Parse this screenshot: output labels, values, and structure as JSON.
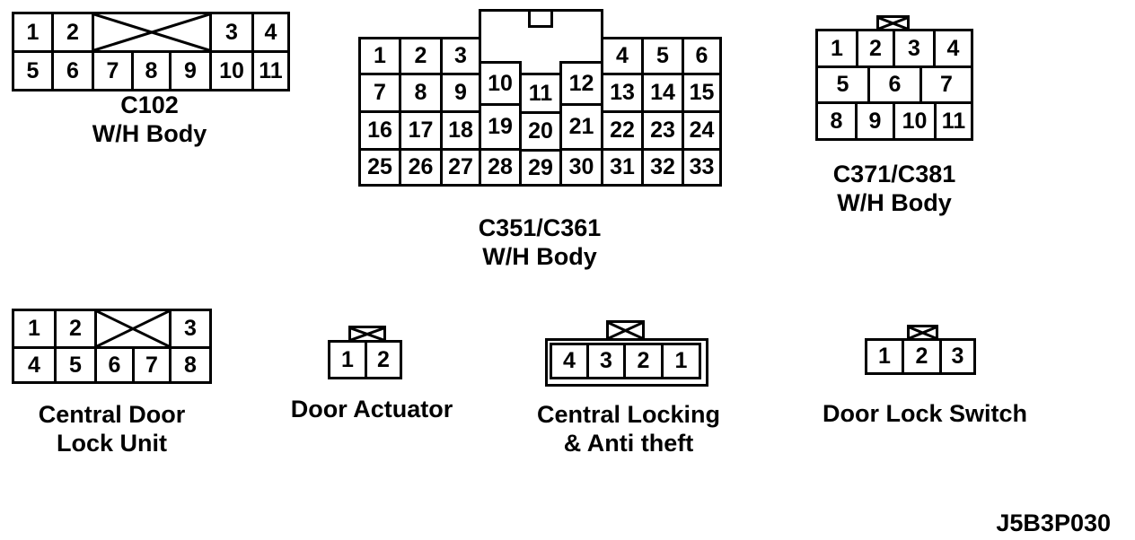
{
  "figure": {
    "code": "J5B3P030"
  },
  "colors": {
    "line": "#000000",
    "background": "#ffffff"
  },
  "connectors": {
    "c102": {
      "caption": [
        "C102",
        "W/H Body"
      ],
      "pins": [
        "1",
        "2",
        "3",
        "4",
        "5",
        "6",
        "7",
        "8",
        "9",
        "10",
        "11"
      ]
    },
    "c351": {
      "caption": [
        "C351/C361",
        "W/H Body"
      ],
      "pins": [
        "1",
        "2",
        "3",
        "4",
        "5",
        "6",
        "7",
        "8",
        "9",
        "10",
        "11",
        "12",
        "13",
        "14",
        "15",
        "16",
        "17",
        "18",
        "19",
        "20",
        "21",
        "22",
        "23",
        "24",
        "25",
        "26",
        "27",
        "28",
        "29",
        "30",
        "31",
        "32",
        "33"
      ]
    },
    "c371": {
      "caption": [
        "C371/C381",
        "W/H Body"
      ],
      "pins": [
        "1",
        "2",
        "3",
        "4",
        "5",
        "6",
        "7",
        "8",
        "9",
        "10",
        "11"
      ]
    },
    "cdlu": {
      "caption": [
        "Central Door",
        "Lock Unit"
      ],
      "pins": [
        "1",
        "2",
        "3",
        "4",
        "5",
        "6",
        "7",
        "8"
      ]
    },
    "actuator": {
      "caption": [
        "Door Actuator"
      ],
      "pins": [
        "1",
        "2"
      ]
    },
    "locking": {
      "caption": [
        "Central Locking",
        "& Anti theft"
      ],
      "pins": [
        "4",
        "3",
        "2",
        "1"
      ]
    },
    "switch": {
      "caption": [
        "Door Lock Switch"
      ],
      "pins": [
        "1",
        "2",
        "3"
      ]
    }
  }
}
